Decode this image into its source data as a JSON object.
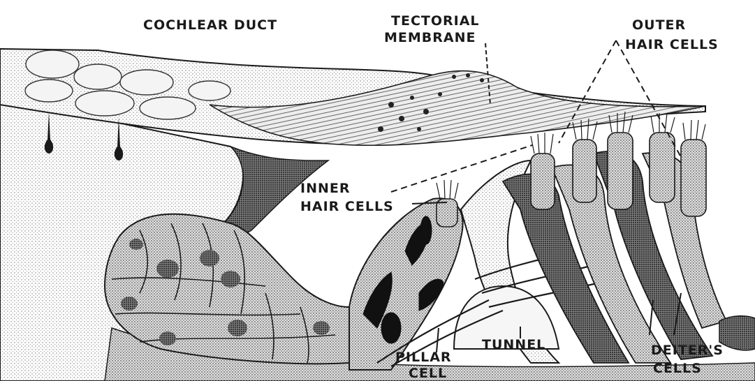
{
  "labels": {
    "cochlear_duct": "COCHLEAR DUCT",
    "tectorial_1": "TECTORIAL",
    "tectorial_2": "MEMBRANE",
    "outer_hair_1": "OUTER",
    "outer_hair_2": "HAIR CELLS",
    "inner_hair_1": "INNER",
    "inner_hair_2": "HAIR CELLS",
    "pillar_1": "PILLAR",
    "pillar_2": "CELL",
    "tunnel": "TUNNEL",
    "deiters_1": "DEITER'S",
    "deiters_2": "CELLS"
  },
  "colors": {
    "ink": "#1a1a1a",
    "paper": "#ffffff",
    "stipple_light": "#cfcfcf",
    "stipple_mid": "#9a9a9a",
    "stipple_dark": "#3a3a3a"
  }
}
